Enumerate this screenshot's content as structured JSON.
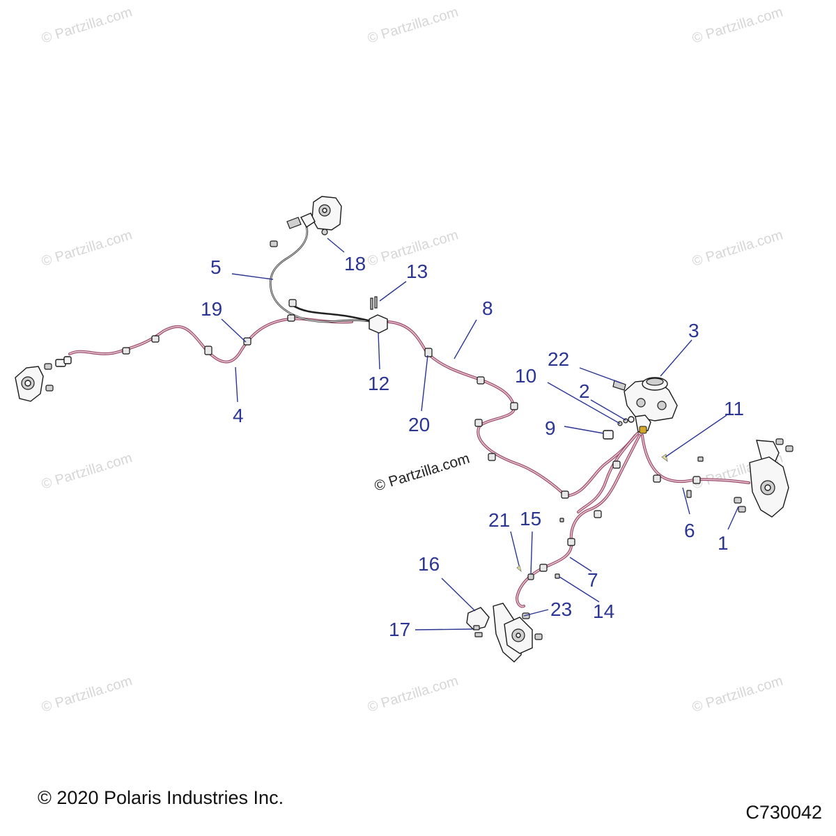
{
  "watermark": "© Partzilla.com",
  "footer": {
    "copyright": "© 2020 Polaris Industries Inc.",
    "diagram_id": "C730042"
  },
  "callouts": {
    "c1": "1",
    "c2": "2",
    "c3": "3",
    "c4": "4",
    "c5": "5",
    "c6": "6",
    "c7": "7",
    "c8": "8",
    "c9": "9",
    "c10": "10",
    "c11": "11",
    "c12": "12",
    "c13": "13",
    "c14": "14",
    "c15": "15",
    "c16": "16",
    "c17": "17",
    "c18": "18",
    "c19": "19",
    "c20": "20",
    "c21": "21",
    "c22": "22",
    "c23": "23"
  },
  "colors": {
    "callout": "#2b3592",
    "brake_line": "#9a4d6a",
    "watermark": "#d6d6d6"
  }
}
